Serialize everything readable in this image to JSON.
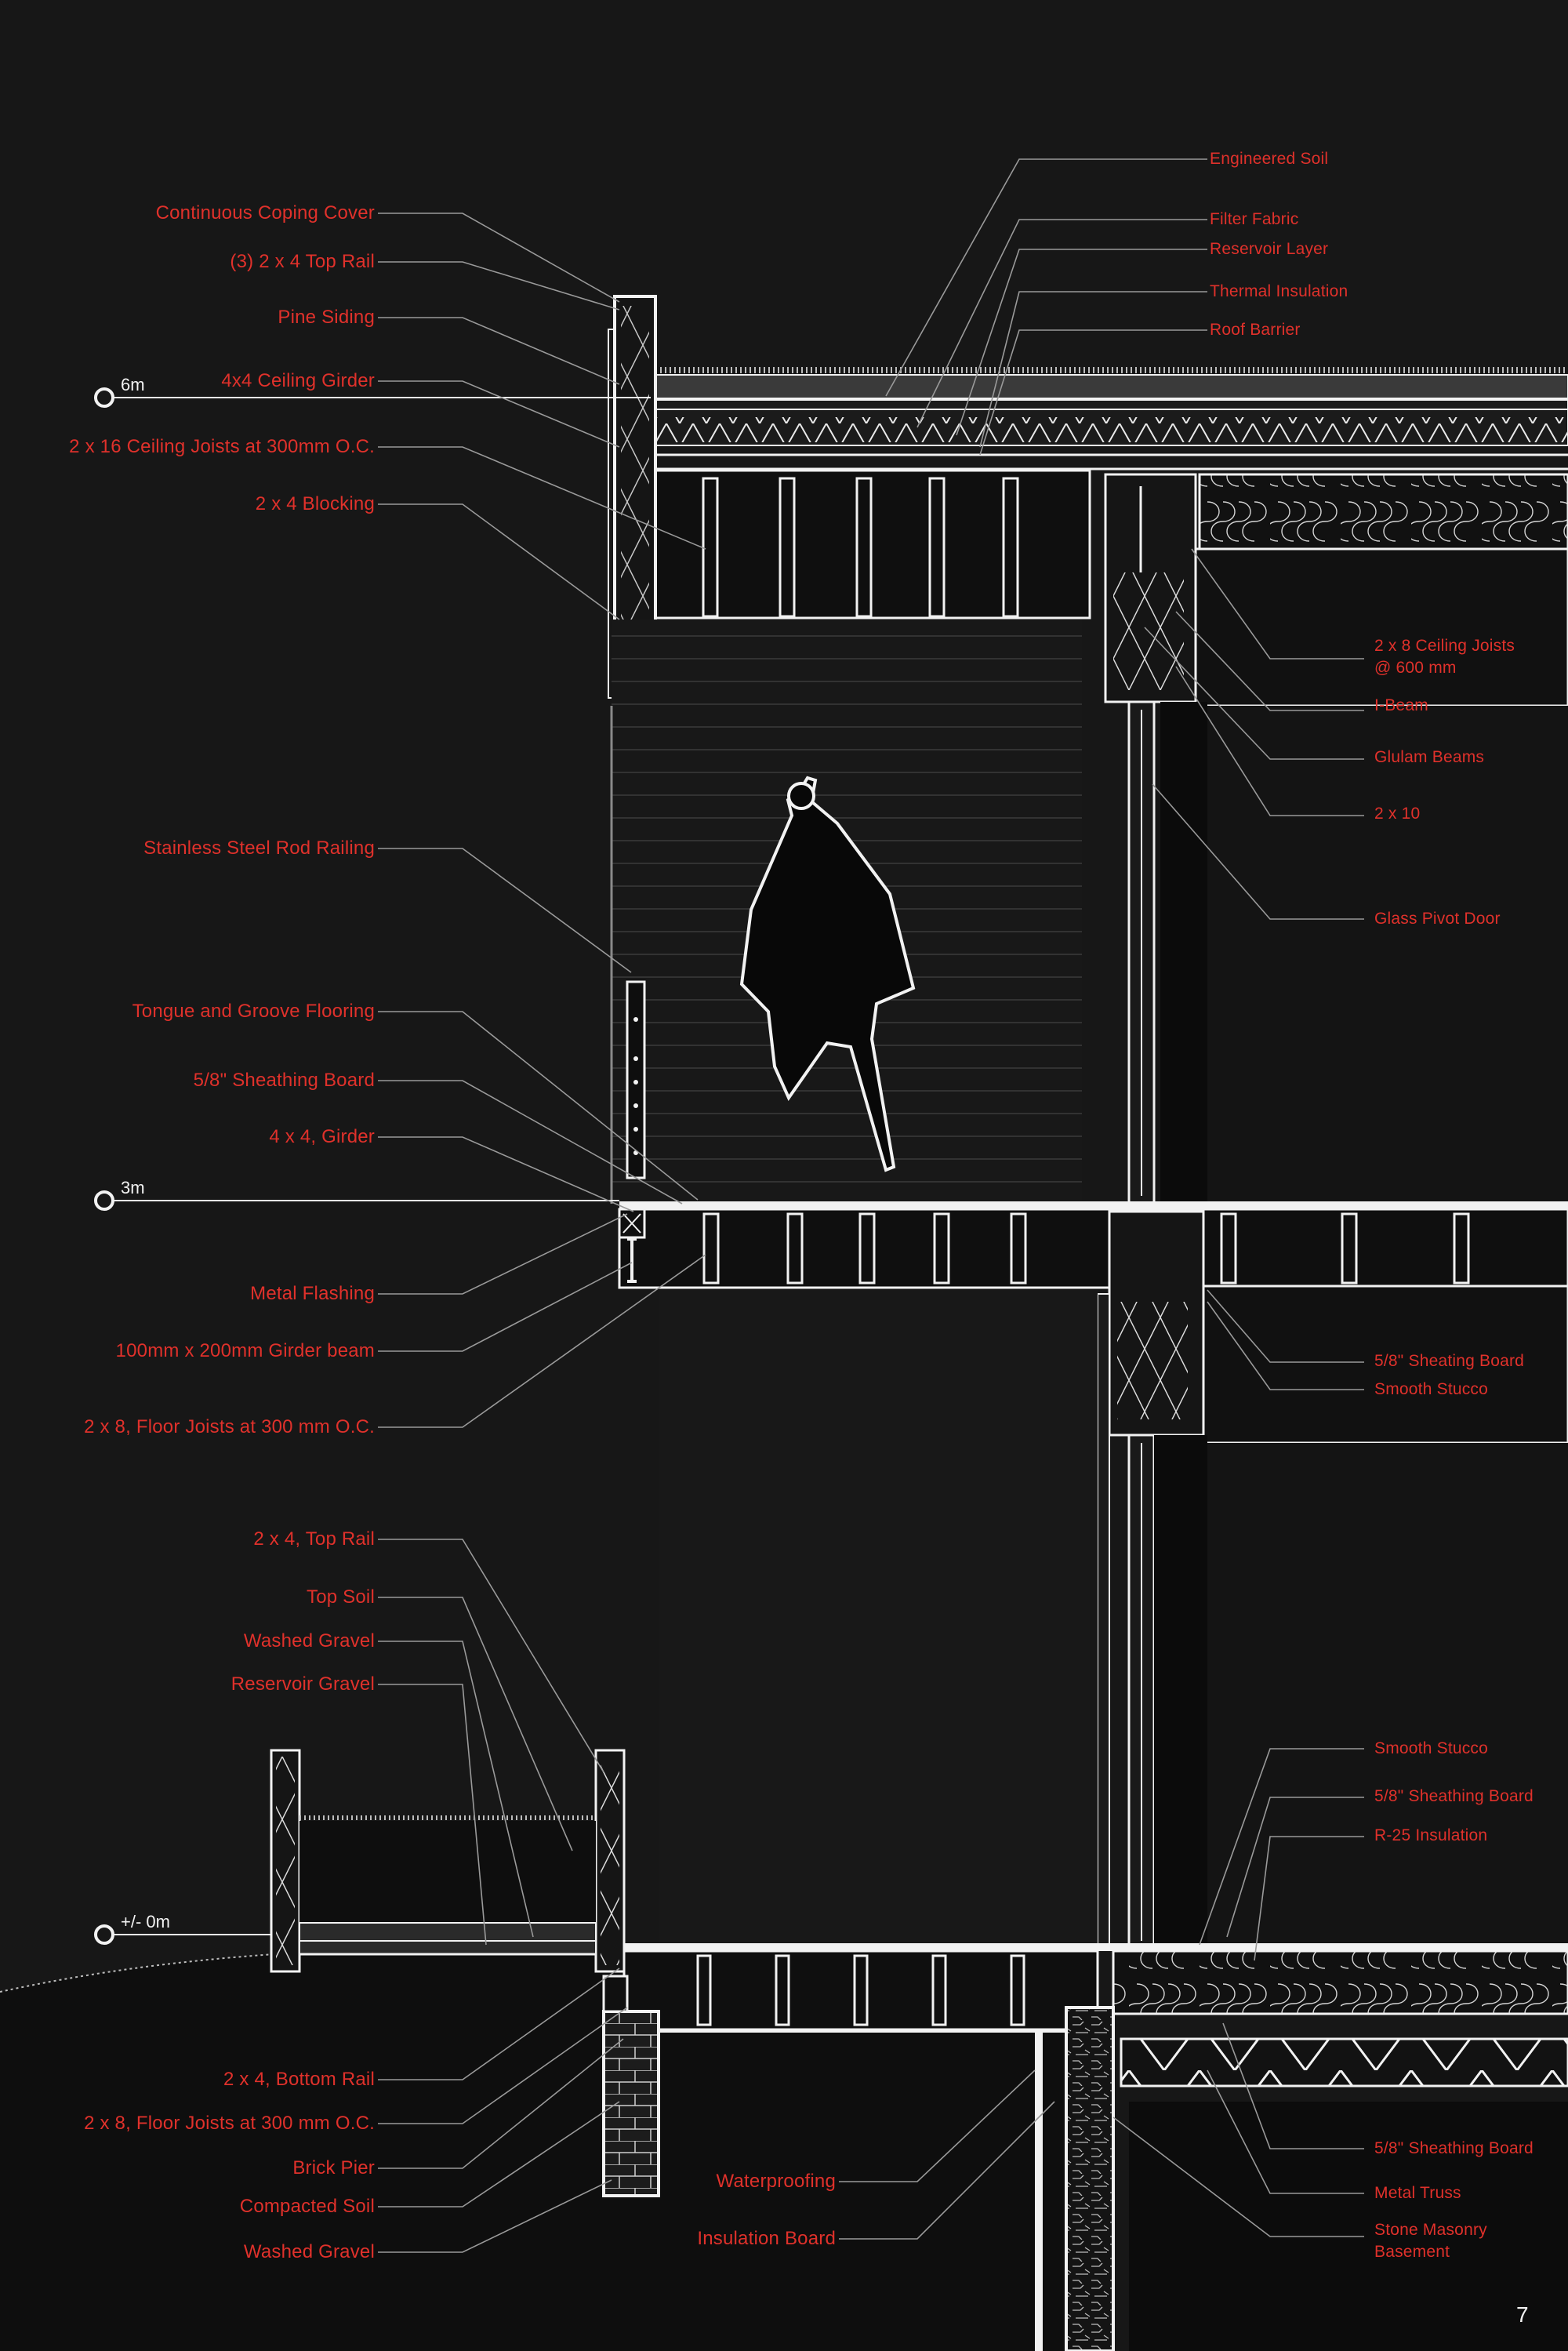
{
  "levels": {
    "l6": "6m",
    "l3": "3m",
    "l0": "+/- 0m"
  },
  "labels_left": {
    "coping": "Continuous Coping Cover",
    "top_rail_3": "(3) 2 x 4 Top Rail",
    "pine_siding": "Pine Siding",
    "ceiling_girder": "4x4 Ceiling Girder",
    "ceiling_joists": "2 x 16 Ceiling Joists at 300mm O.C.",
    "blocking": "2 x 4 Blocking",
    "rod_railing": "Stainless Steel Rod Railing",
    "tg_flooring": "Tongue and Groove Flooring",
    "sheathing_58": "5/8\" Sheathing Board",
    "girder_4x4": "4 x 4, Girder",
    "metal_flashing": "Metal Flashing",
    "girder_beam": "100mm x 200mm Girder beam",
    "floor_joists_upper": "2 x 8, Floor Joists at 300 mm O.C.",
    "top_rail_2x4": "2 x 4, Top Rail",
    "top_soil": "Top Soil",
    "washed_gravel_1": "Washed Gravel",
    "reservoir_gravel": "Reservoir Gravel",
    "bottom_rail": "2 x 4, Bottom Rail",
    "floor_joists_lower": "2 x 8, Floor Joists at 300 mm O.C.",
    "brick_pier": "Brick Pier",
    "compacted_soil": "Compacted Soil",
    "washed_gravel_2": "Washed Gravel",
    "waterproofing": "Waterproofing",
    "insulation_board": "Insulation Board"
  },
  "labels_right": {
    "engineered_soil": "Engineered Soil",
    "filter_fabric": "Filter Fabric",
    "reservoir_layer": "Reservoir Layer",
    "thermal_insulation": "Thermal Insulation",
    "roof_barrier": "Roof Barrier",
    "ceiling_joists_2x8_a": "2 x 8 Ceiling Joists",
    "ceiling_joists_2x8_b": "@ 600 mm",
    "i_beam": "I-Beam",
    "glulam": "Glulam Beams",
    "two_by_ten": "2 x 10",
    "glass_door": "Glass Pivot Door",
    "sheating_board": "5/8\" Sheating Board",
    "smooth_stucco_1": "Smooth Stucco",
    "smooth_stucco_2": "Smooth Stucco",
    "sheathing_board_2": "5/8\" Sheathing Board",
    "r25": "R-25 Insulation",
    "sheathing_board_3": "5/8\" Sheathing Board",
    "metal_truss": "Metal Truss",
    "stone_masonry_a": "Stone Masonry",
    "stone_masonry_b": "Basement"
  },
  "page_number": "7",
  "colors": {
    "background": "#171717",
    "line": "#f2f2f2",
    "label": "#e0312b",
    "leader": "#9a9a9a"
  }
}
